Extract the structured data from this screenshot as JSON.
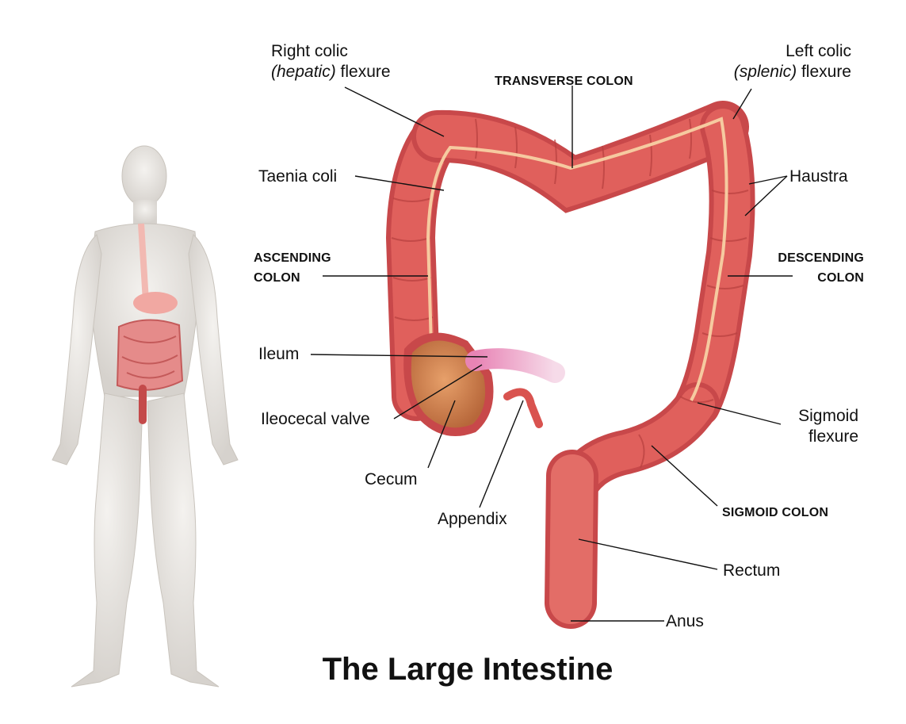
{
  "title": "The Large Intestine",
  "labels": {
    "right_colic_line1": "Right colic",
    "right_colic_em": "(hepatic)",
    "right_colic_rest": " flexure",
    "left_colic_line1": "Left colic",
    "left_colic_em": "(splenic)",
    "left_colic_rest": " flexure",
    "transverse_colon": "TRANSVERSE COLON",
    "taenia_coli": "Taenia coli",
    "haustra": "Haustra",
    "ascending_colon_1": "ASCENDING",
    "ascending_colon_2": "COLON",
    "descending_colon_1": "DESCENDING",
    "descending_colon_2": "COLON",
    "ileum": "Ileum",
    "ileocecal_valve": "Ileocecal valve",
    "cecum": "Cecum",
    "appendix": "Appendix",
    "sigmoid_flexure_1": "Sigmoid",
    "sigmoid_flexure_2": "flexure",
    "sigmoid_colon": "SIGMOID COLON",
    "rectum": "Rectum",
    "anus": "Anus"
  },
  "colors": {
    "colon": "#e0605c",
    "colon_dark": "#b8403f",
    "colon_light": "#f08a82",
    "taenia": "#f6caa0",
    "body": "#e6e3df",
    "cecum_inner": "#d98a50",
    "ileum": "#e8a0c8"
  }
}
